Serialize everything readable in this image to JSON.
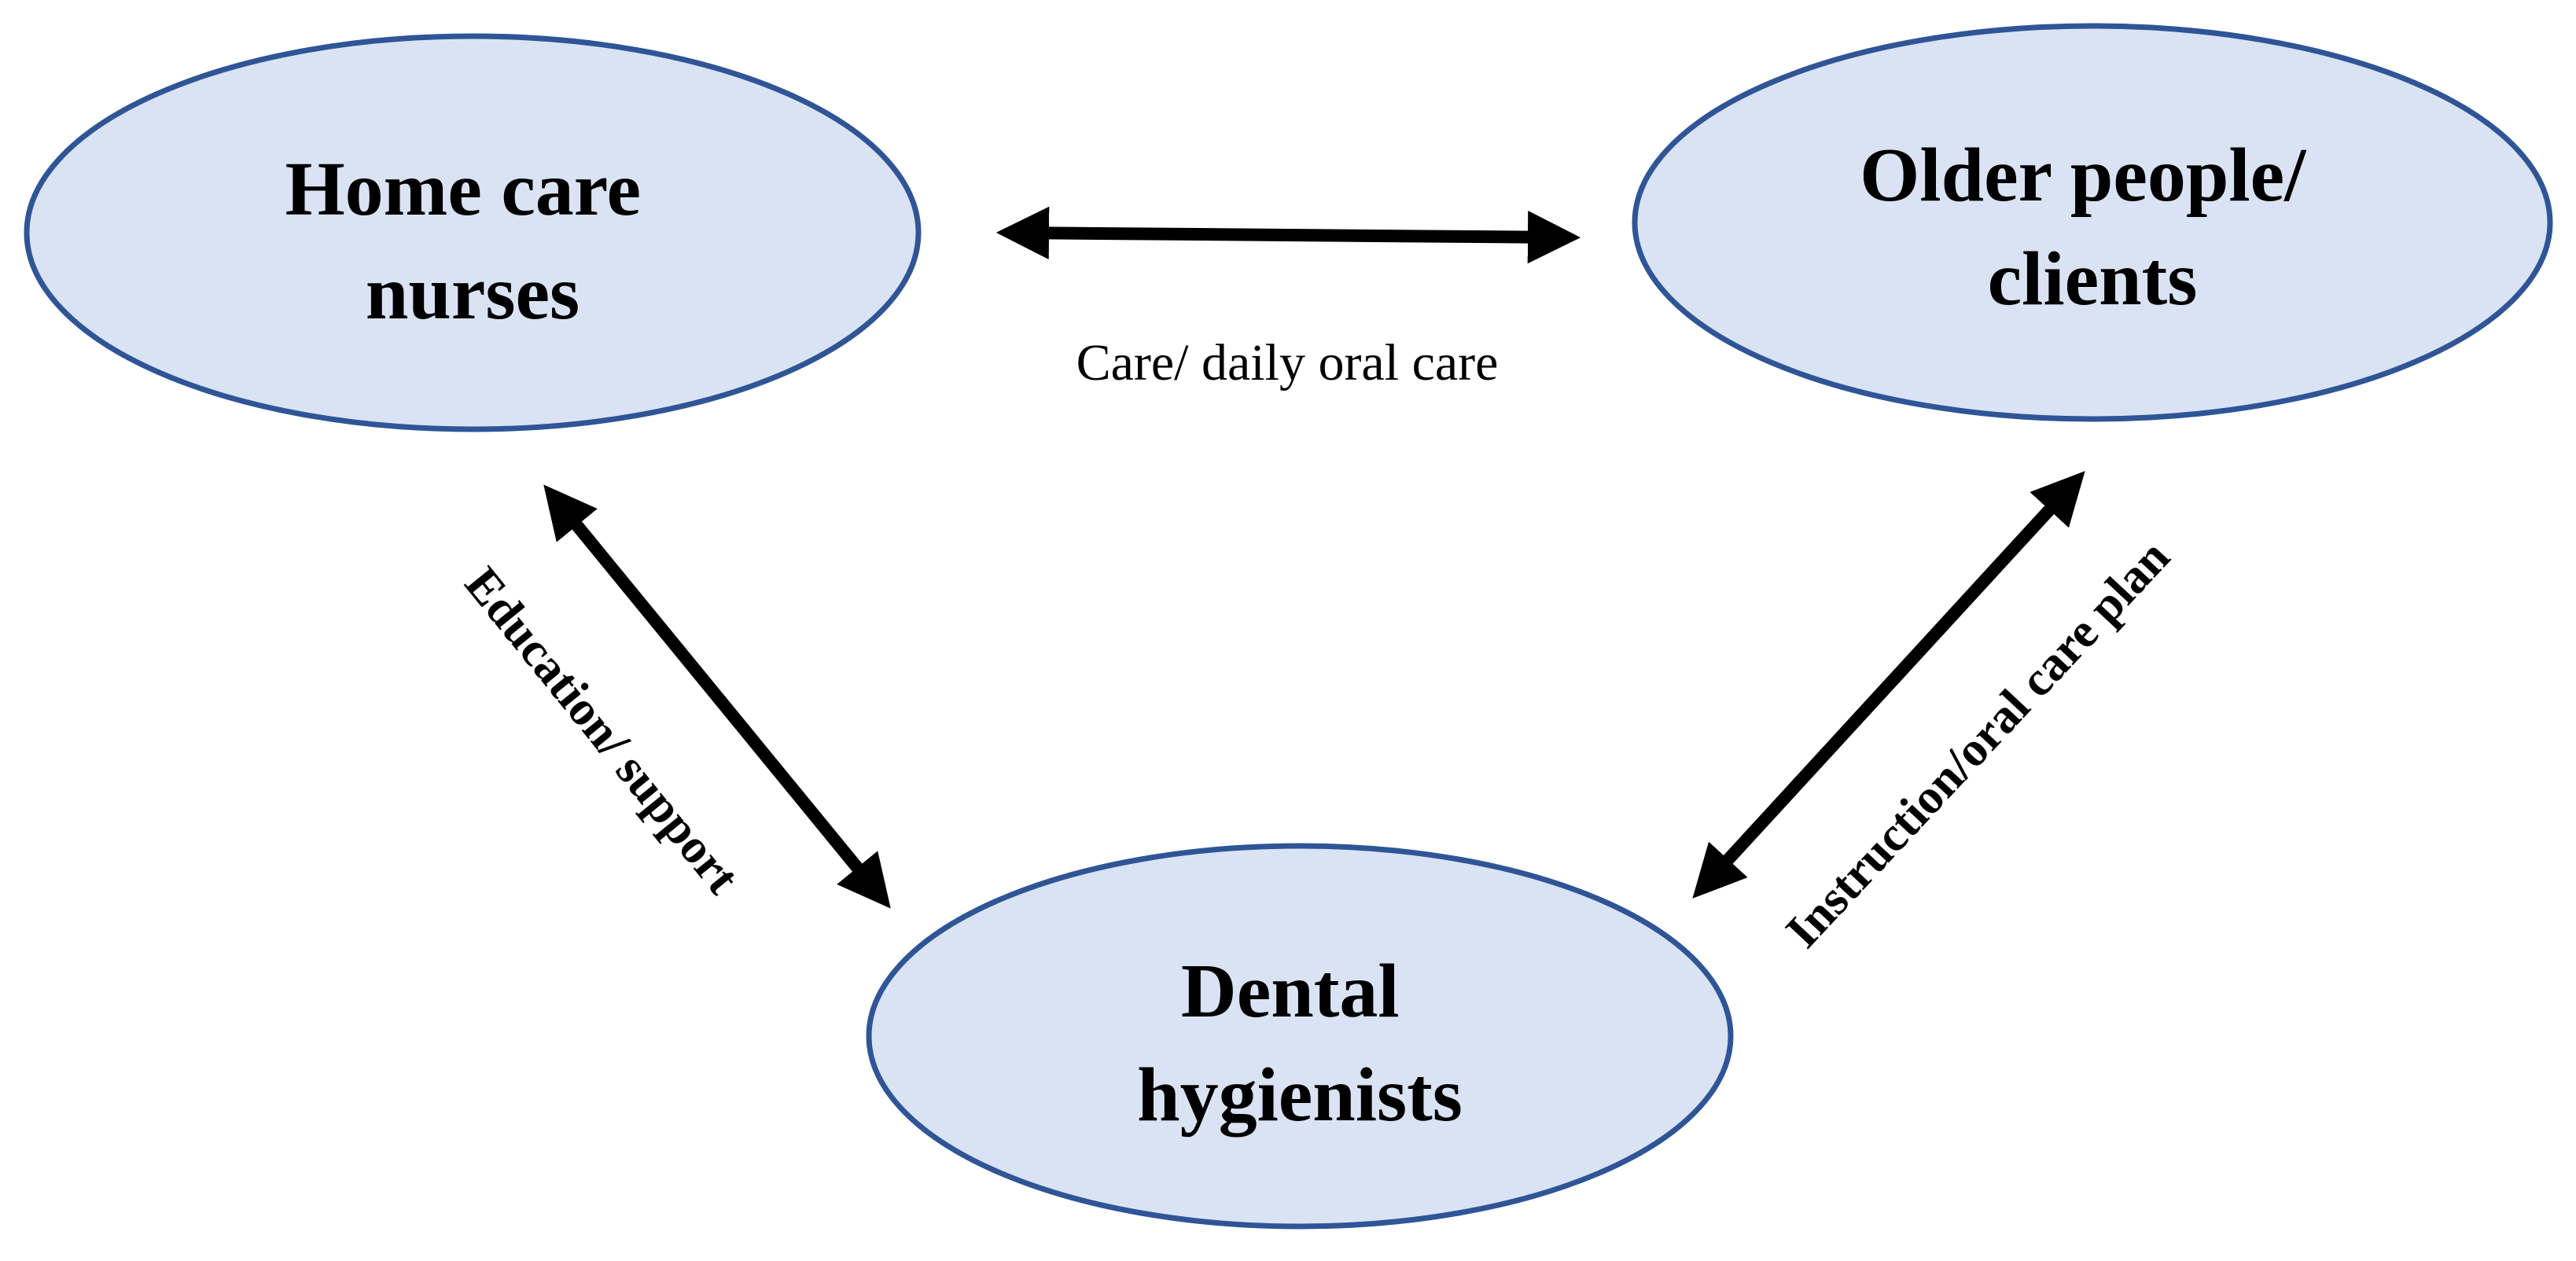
{
  "nodes": {
    "home_care_nurses": {
      "lines": [
        "Home care",
        "nurses"
      ]
    },
    "older_people": {
      "lines": [
        "Older people/",
        "clients"
      ]
    },
    "dental_hygienists": {
      "lines": [
        "Dental",
        "hygienists"
      ]
    }
  },
  "edges": {
    "nurses_clients": {
      "label": "Care/ daily oral care"
    },
    "nurses_hygienists": {
      "label": "Education/ support"
    },
    "clients_hygienists": {
      "label": "Instruction/oral care plan"
    }
  },
  "colors": {
    "node_fill": "#dae3f3",
    "node_stroke": "#2f5597",
    "arrow": "#000000",
    "text": "#000000"
  }
}
